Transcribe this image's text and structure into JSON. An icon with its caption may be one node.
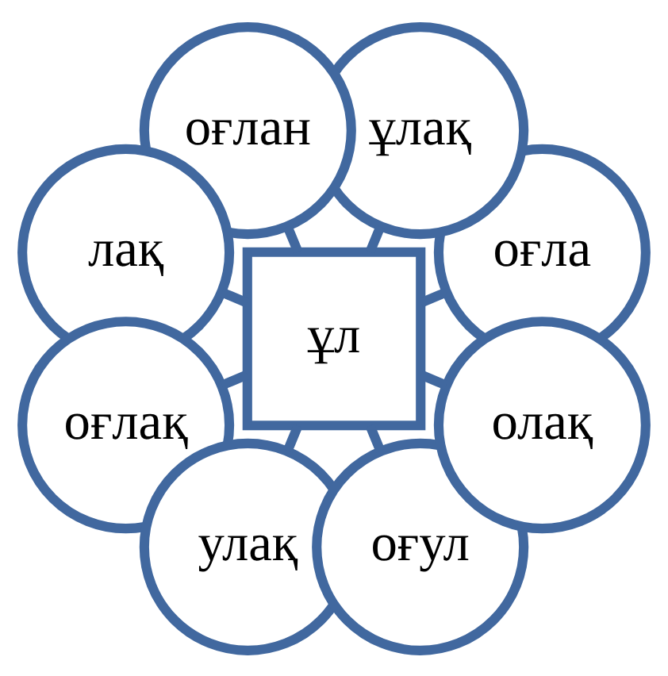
{
  "diagram": {
    "nodes": [
      {
        "text": [
          "оғла"
        ]
      },
      {
        "text": [
          "ұлақ"
        ]
      },
      {
        "text": [
          "оғлан"
        ]
      },
      {
        "text": [
          "лақ"
        ]
      },
      {
        "text": [
          "ұл"
        ]
      },
      {
        "text": [
          "оғлақ"
        ]
      },
      {
        "text": [
          "улақ"
        ]
      },
      {
        "text": [
          "оғул"
        ]
      },
      {
        "text": [
          "олақ"
        ]
      }
    ],
    "edges": [
      {
        "from": 4,
        "to": 0,
        "arrow": "none"
      },
      {
        "from": 4,
        "to": 2,
        "arrow": "none"
      },
      {
        "from": 4,
        "to": 5,
        "arrow": "none"
      },
      {
        "from": 4,
        "to": 7,
        "arrow": "none"
      },
      {
        "from": 4,
        "to": 8,
        "arrow": "none"
      },
      {
        "from": 4,
        "to": 6,
        "arrow": "none"
      },
      {
        "from": 4,
        "to": 3,
        "arrow": "none"
      },
      {
        "from": 4,
        "to": 1,
        "arrow": "none"
      }
    ]
  }
}
